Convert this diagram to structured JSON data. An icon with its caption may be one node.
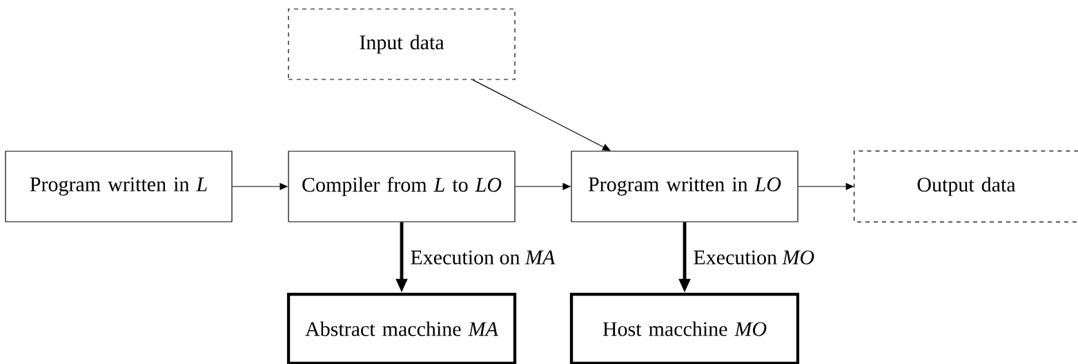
{
  "diagram": {
    "nodes": [
      {
        "text": [
          "Input data"
        ]
      },
      {
        "text": [
          "Program written in *L*"
        ]
      },
      {
        "text": [
          "Compiler from *L* to *LO*"
        ]
      },
      {
        "text": [
          "Program written in *LO*"
        ]
      },
      {
        "text": [
          "Output data"
        ]
      },
      {
        "text": [
          "Abstract macchine *MA*"
        ]
      },
      {
        "text": [
          "Host macchine *MO*"
        ]
      }
    ],
    "edges": [
      {
        "from": 1,
        "to": 2,
        "arrow": "to"
      },
      {
        "from": 2,
        "to": 3,
        "arrow": "to"
      },
      {
        "from": 3,
        "to": 4,
        "arrow": "to"
      },
      {
        "from": 0,
        "to": 3,
        "arrow": "to"
      },
      {
        "from": 2,
        "to": 5,
        "arrow": "to",
        "style": "thick",
        "label": "Execution on *MA*"
      },
      {
        "from": 3,
        "to": 6,
        "arrow": "to",
        "style": "thick",
        "label": "Execution *MO*"
      }
    ]
  }
}
